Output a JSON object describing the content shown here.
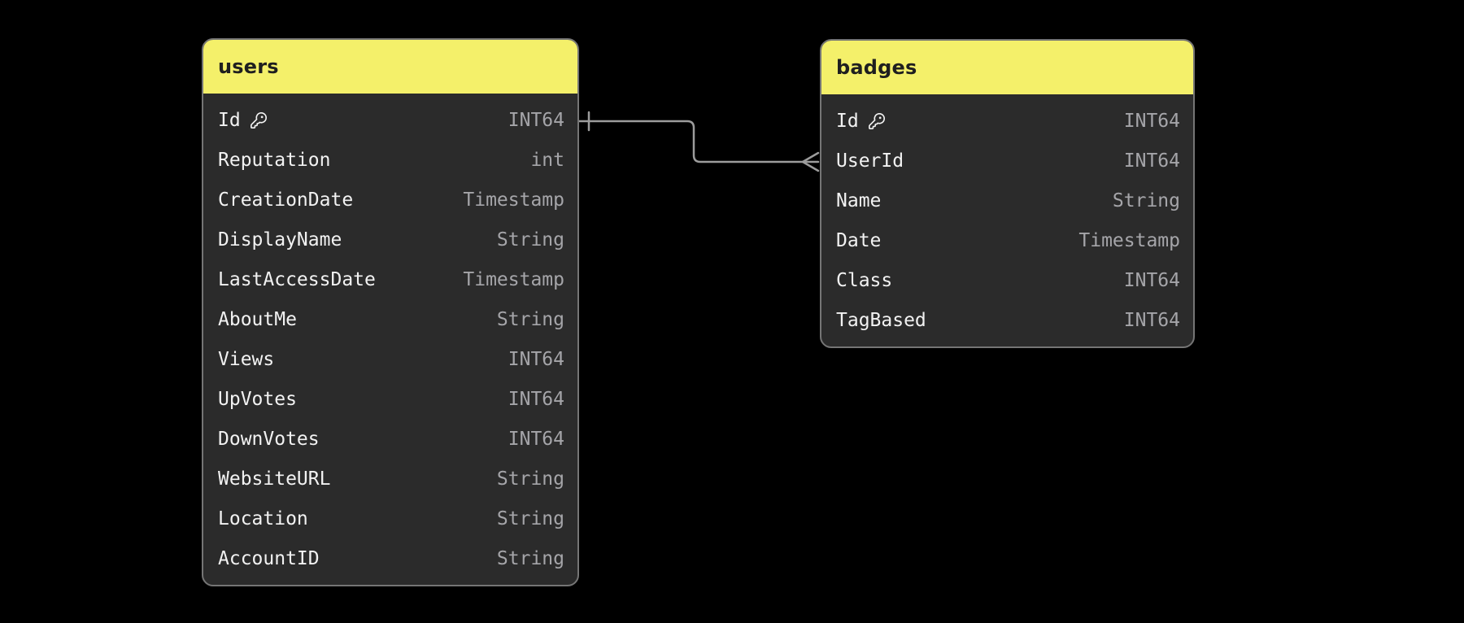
{
  "diagram": {
    "kind": "entity-relationship",
    "background": "#000000"
  },
  "colors": {
    "canvas_bg": "#000000",
    "table_header_bg": "#f4f06a",
    "table_body_bg": "#2b2b2b",
    "table_border": "#757575",
    "field_name_text": "#f2f2f2",
    "field_type_text": "#a5a5a9",
    "header_text": "#1f1f1f",
    "connector_line": "#9c9c9c"
  },
  "icons": {
    "primary_key": "key-icon"
  },
  "tables": [
    {
      "name": "users",
      "columns": [
        {
          "name": "Id",
          "type": "INT64",
          "primary_key": true
        },
        {
          "name": "Reputation",
          "type": "int",
          "primary_key": false
        },
        {
          "name": "CreationDate",
          "type": "Timestamp",
          "primary_key": false
        },
        {
          "name": "DisplayName",
          "type": "String",
          "primary_key": false
        },
        {
          "name": "LastAccessDate",
          "type": "Timestamp",
          "primary_key": false
        },
        {
          "name": "AboutMe",
          "type": "String",
          "primary_key": false
        },
        {
          "name": "Views",
          "type": "INT64",
          "primary_key": false
        },
        {
          "name": "UpVotes",
          "type": "INT64",
          "primary_key": false
        },
        {
          "name": "DownVotes",
          "type": "INT64",
          "primary_key": false
        },
        {
          "name": "WebsiteURL",
          "type": "String",
          "primary_key": false
        },
        {
          "name": "Location",
          "type": "String",
          "primary_key": false
        },
        {
          "name": "AccountID",
          "type": "String",
          "primary_key": false
        }
      ]
    },
    {
      "name": "badges",
      "columns": [
        {
          "name": "Id",
          "type": "INT64",
          "primary_key": true
        },
        {
          "name": "UserId",
          "type": "INT64",
          "primary_key": false
        },
        {
          "name": "Name",
          "type": "String",
          "primary_key": false
        },
        {
          "name": "Date",
          "type": "Timestamp",
          "primary_key": false
        },
        {
          "name": "Class",
          "type": "INT64",
          "primary_key": false
        },
        {
          "name": "TagBased",
          "type": "INT64",
          "primary_key": false
        }
      ]
    }
  ],
  "relationship": {
    "from_table": "users",
    "from_column": "Id",
    "from_cardinality": "one",
    "to_table": "badges",
    "to_column": "UserId",
    "to_cardinality": "many"
  }
}
